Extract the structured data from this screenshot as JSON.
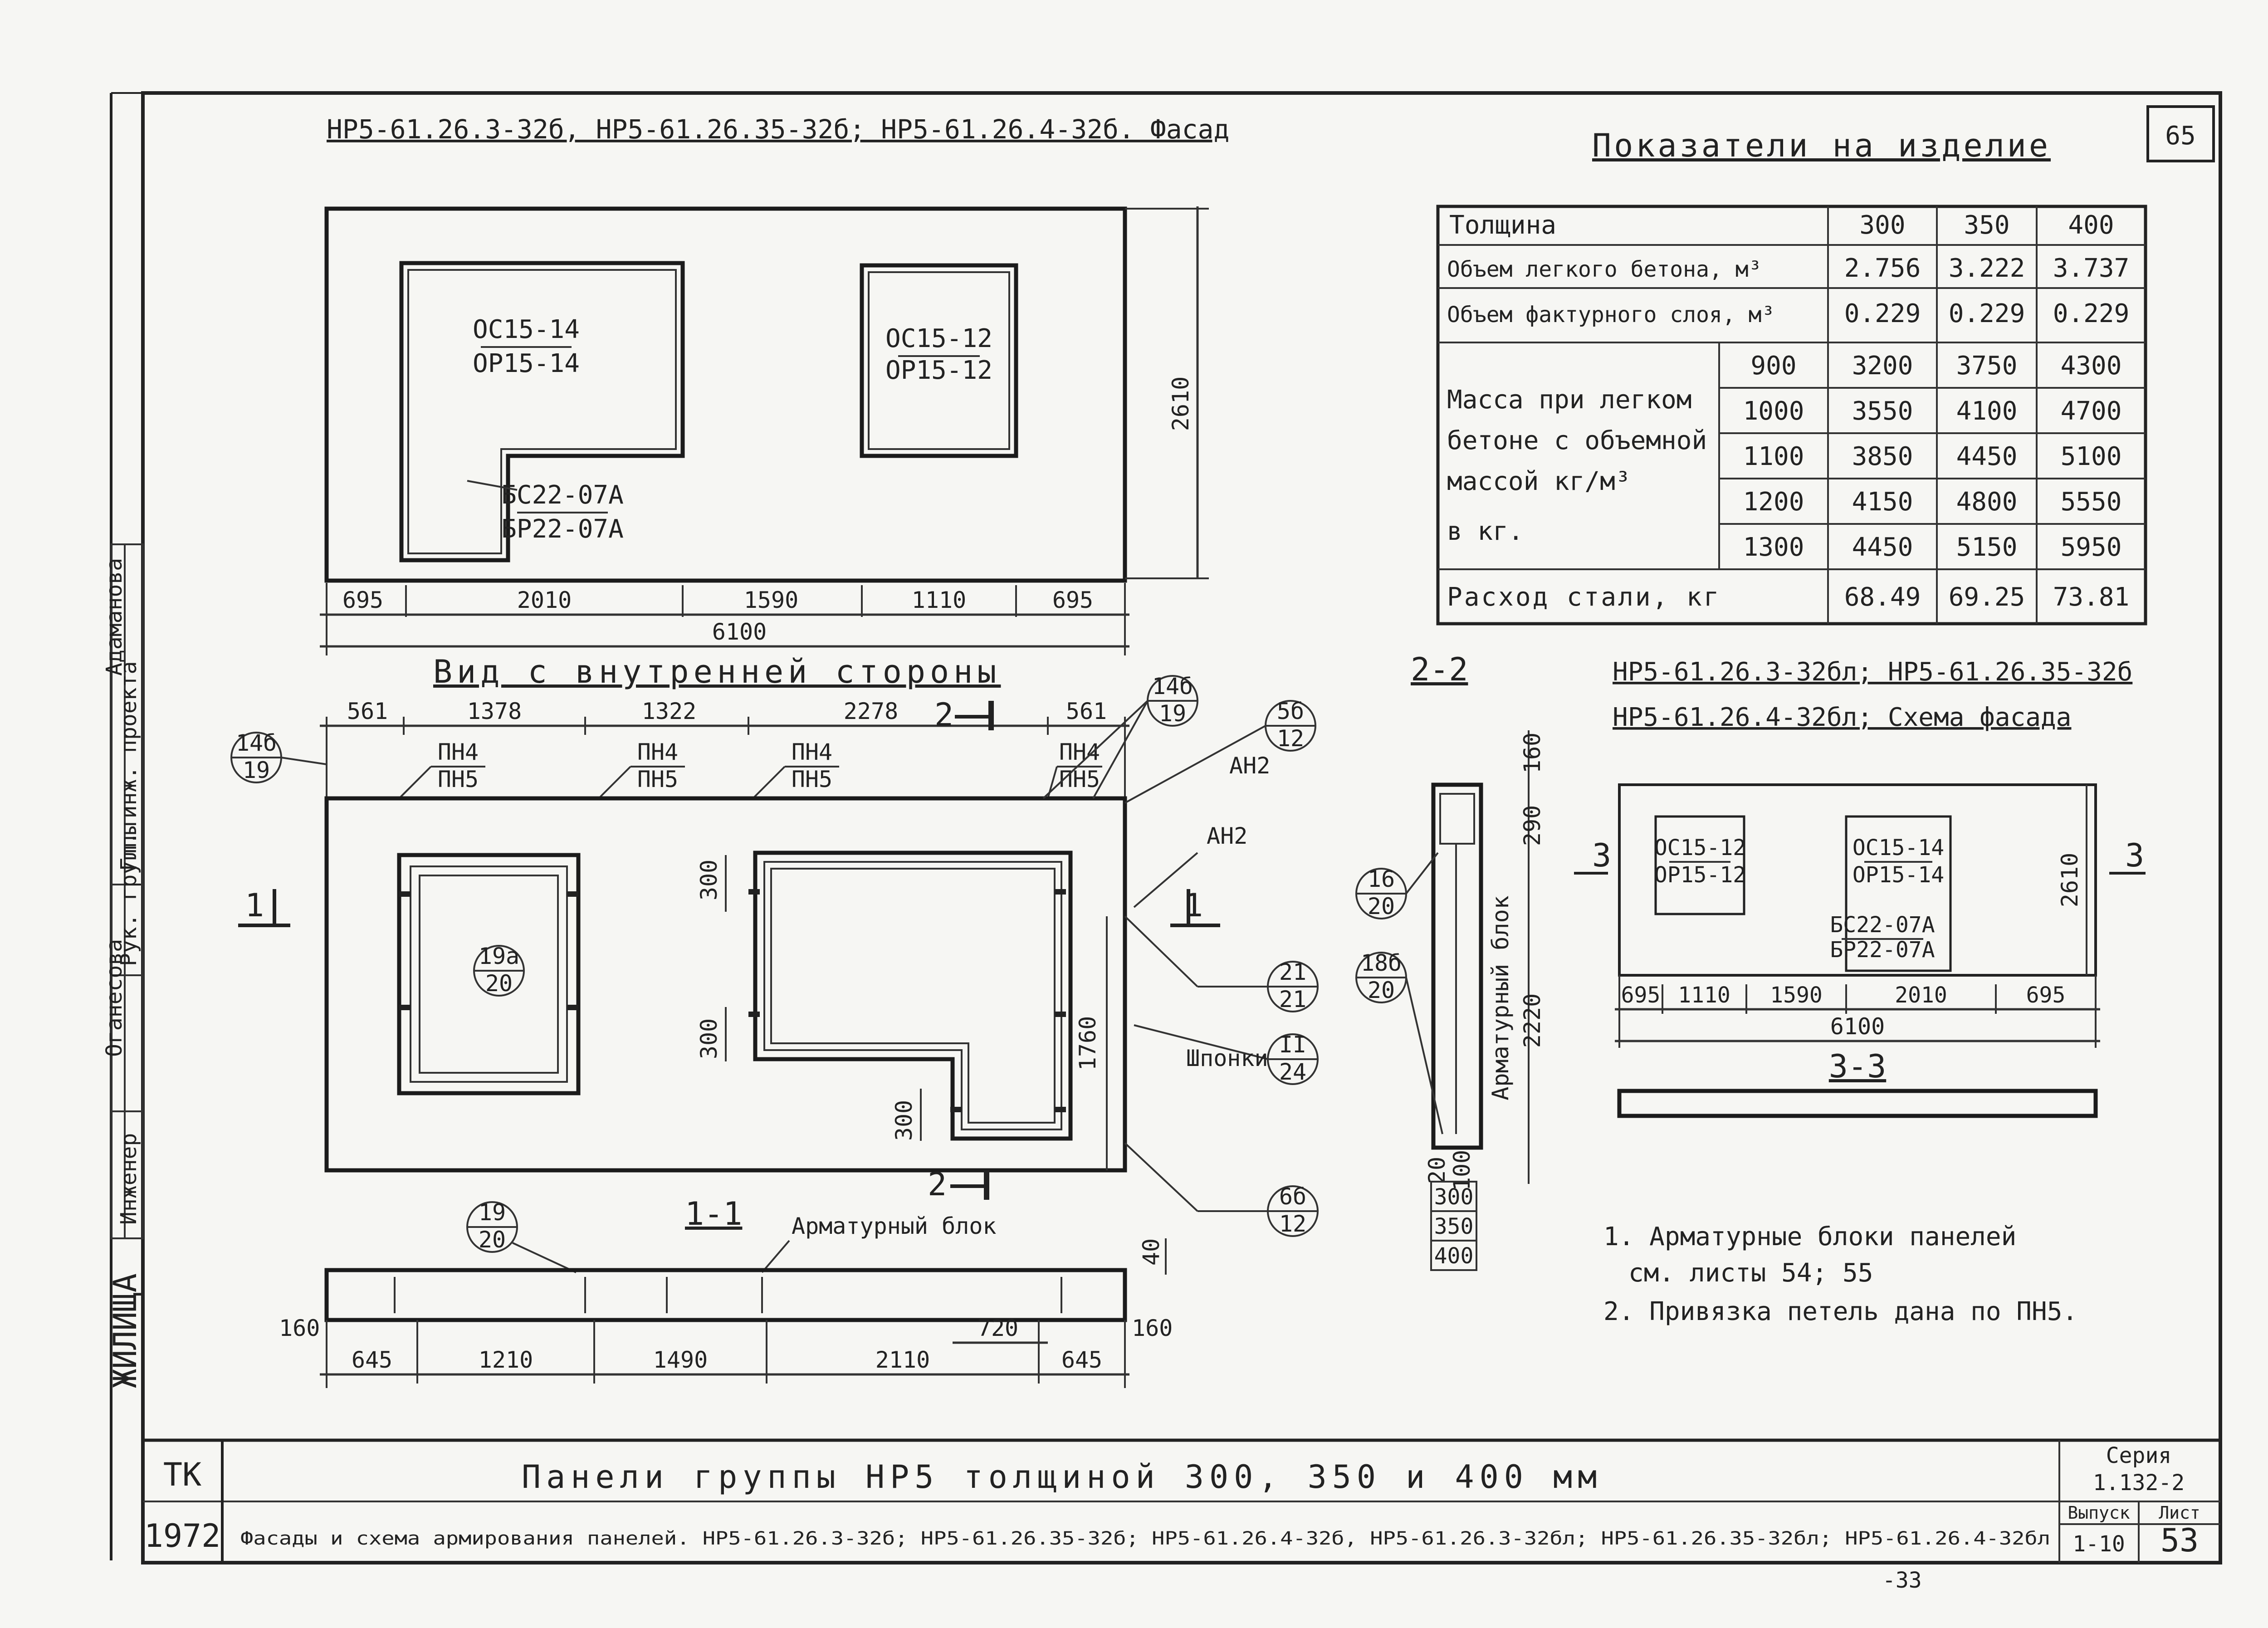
{
  "page_number": "65",
  "facade": {
    "title": "НР5-61.26.3-32б, НР5-61.26.35-32б; НР5-61.26.4-32б. Фасад",
    "window_left_top": "ОС15-14",
    "window_left_bottom": "ОР15-14",
    "window_right_top": "ОС15-12",
    "window_right_bottom": "ОР15-12",
    "door_top": "БС22-07А",
    "door_bottom": "БР22-07А",
    "height": "2610",
    "dims": [
      "695",
      "2010",
      "1590",
      "1110",
      "695"
    ],
    "total": "6100"
  },
  "indicators": {
    "title": "Показатели на изделие",
    "header": [
      "Толщина",
      "300",
      "350",
      "400"
    ],
    "rows": [
      {
        "label": "Объем легкого бетона, м³",
        "values": [
          "2.756",
          "3.222",
          "3.737"
        ]
      },
      {
        "label": "Объем фактурного слоя, м³",
        "values": [
          "0.229",
          "0.229",
          "0.229"
        ]
      }
    ],
    "mass_label": [
      "Масса при легком",
      "бетоне с объемной",
      "массой кг/м³",
      "в кг."
    ],
    "mass_rows": [
      {
        "density": "900",
        "values": [
          "3200",
          "3750",
          "4300"
        ]
      },
      {
        "density": "1000",
        "values": [
          "3550",
          "4100",
          "4700"
        ]
      },
      {
        "density": "1100",
        "values": [
          "3850",
          "4450",
          "5100"
        ]
      },
      {
        "density": "1200",
        "values": [
          "4150",
          "4800",
          "5550"
        ]
      },
      {
        "density": "1300",
        "values": [
          "4450",
          "5150",
          "5950"
        ]
      }
    ],
    "steel": {
      "label": "Расход стали, кг",
      "values": [
        "68.49",
        "69.25",
        "73.81"
      ]
    }
  },
  "inner": {
    "title": "Вид с внутренней стороны",
    "top_dims": [
      "561",
      "1378",
      "1322",
      "2278",
      "561"
    ],
    "loops": [
      {
        "top": "ПН4",
        "bottom": "ПН5"
      },
      {
        "top": "ПН4",
        "bottom": "ПН5"
      },
      {
        "top": "ПН4",
        "bottom": "ПН5"
      },
      {
        "top": "ПН4",
        "bottom": "ПН5"
      }
    ],
    "section_mark_top": "2",
    "section_mark_bottom": "2",
    "section_left": "1",
    "section_right": "1",
    "callouts": [
      {
        "top": "14б",
        "bottom": "19"
      },
      {
        "top": "14б",
        "bottom": "19"
      },
      {
        "top": "5б",
        "bottom": "12"
      },
      {
        "top": "19а",
        "bottom": "20"
      },
      {
        "top": "21",
        "bottom": "21"
      },
      {
        "top": "II",
        "bottom": "24"
      },
      {
        "top": "6б",
        "bottom": "12"
      }
    ],
    "an2_a": "АН2",
    "an2_b": "АН2",
    "keys_label": "Шпонки",
    "dim_300_a": "300",
    "dim_300_b": "300",
    "dim_300_c": "300",
    "dim_1760": "1760"
  },
  "section11": {
    "title": "1-1",
    "block_label": "Арматурный блок",
    "callout": {
      "top": "19",
      "bottom": "20"
    },
    "dims": [
      "645",
      "1210",
      "1490",
      "2110",
      "645"
    ],
    "dim_720": "720",
    "dim_160_left": "160",
    "dim_160_right": "160",
    "dim_40": "40"
  },
  "section22": {
    "title": "2-2",
    "block_label": "Арматурный блок",
    "dims_v": [
      "160",
      "290",
      "2220",
      "100",
      "20"
    ],
    "thickness": [
      "300",
      "350",
      "400"
    ],
    "callouts": [
      {
        "top": "16",
        "bottom": "20"
      },
      {
        "top": "18б",
        "bottom": "20"
      }
    ]
  },
  "scheme": {
    "title_1": "НР5-61.26.3-32бл; НР5-61.26.35-32б",
    "title_2": "НР5-61.26.4-32бл; Схема фасада",
    "window_left_top": "ОС15-12",
    "window_left_bottom": "ОР15-12",
    "window_right_top": "ОС15-14",
    "window_right_bottom": "ОР15-14",
    "door_top": "БС22-07А",
    "door_bottom": "БР22-07А",
    "height": "2610",
    "dims": [
      "695",
      "1110",
      "1590",
      "2010",
      "695"
    ],
    "total": "6100",
    "section": "3-3",
    "mark": "3"
  },
  "notes": [
    "1. Арматурные блоки панелей",
    "см. листы  54; 55",
    "2. Привязка петель дана по ПН5."
  ],
  "side_stamp": [
    "Инженер",
    "Рук. группы",
    "Гл. инж. проекта"
  ],
  "side_names": [
    "Оганесова",
    "Адаманова"
  ],
  "side_org": "ЖИЛИЩА",
  "titleblock": {
    "org_top": "ТК",
    "year": "1972",
    "title": "Панели группы НР5 толщиной 300, 350 и 400 мм",
    "subtitle": "Фасады и схема армирования панелей. НР5-61.26.3-32б; НР5-61.26.35-32б; НР5-61.26.4-32б, НР5-61.26.3-32бл; НР5-61.26.35-32бл; НР5-61.26.4-32бл",
    "series_label": "Серия",
    "series": "1.132-2",
    "issue_label": "Выпуск",
    "issue": "1-10",
    "sheet_label": "Лист",
    "sheet": "53"
  },
  "bottom_mark": "-33"
}
